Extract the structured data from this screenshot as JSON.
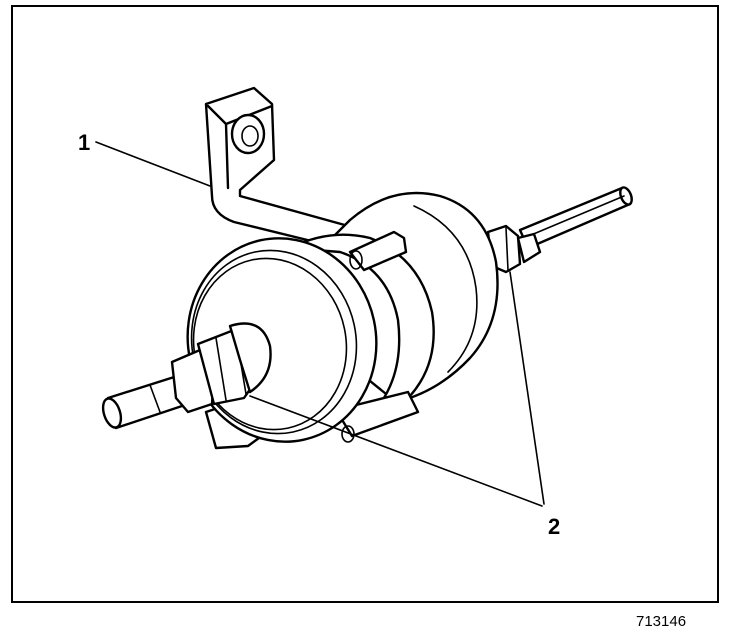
{
  "callouts": {
    "bracket": "1",
    "fittings": "2"
  },
  "figure_id": "713146",
  "colors": {
    "ink": "#000000",
    "background": "#ffffff"
  }
}
